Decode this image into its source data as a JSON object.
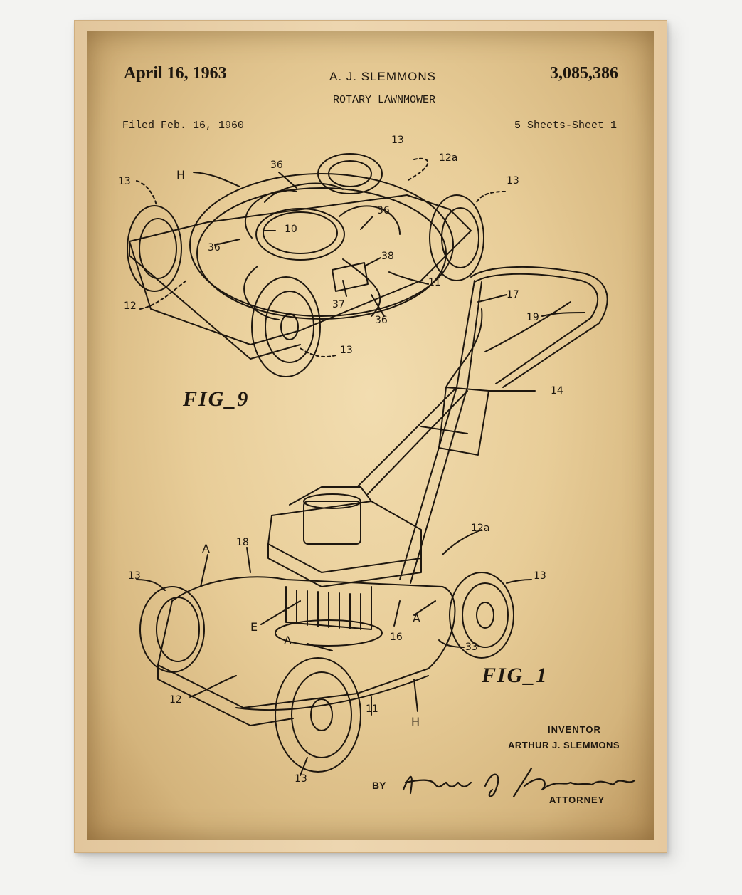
{
  "poster": {
    "header": {
      "date": "April 16, 1963",
      "inventor_short": "A. J. SLEMMONS",
      "patent_number": "3,085,386",
      "title": "ROTARY LAWNMOWER",
      "filed": "Filed Feb. 16, 1960",
      "sheets": "5 Sheets-Sheet 1"
    },
    "figures": {
      "fig9_label": "FIG_9",
      "fig1_label": "FIG_1"
    },
    "footer": {
      "inventor_label": "INVENTOR",
      "inventor_name": "ARTHUR J. SLEMMONS",
      "by_label": "BY",
      "signature": "Hans G. Hoffmeister",
      "attorney_label": "ATTORNEY"
    },
    "reference_numerals": {
      "fig9": [
        "13",
        "H",
        "36",
        "12a",
        "13",
        "10",
        "36",
        "36",
        "38",
        "11",
        "12",
        "37",
        "36",
        "13"
      ],
      "fig1": [
        "17",
        "19",
        "14",
        "12a",
        "A",
        "18",
        "13",
        "13",
        "E",
        "16",
        "A",
        "A",
        "33",
        "12",
        "11",
        "H",
        "13"
      ]
    }
  },
  "colors": {
    "paper": "#e8cd98",
    "ink": "#1e170f",
    "frame": "#e6c99f",
    "wall": "#f3f3f1"
  }
}
